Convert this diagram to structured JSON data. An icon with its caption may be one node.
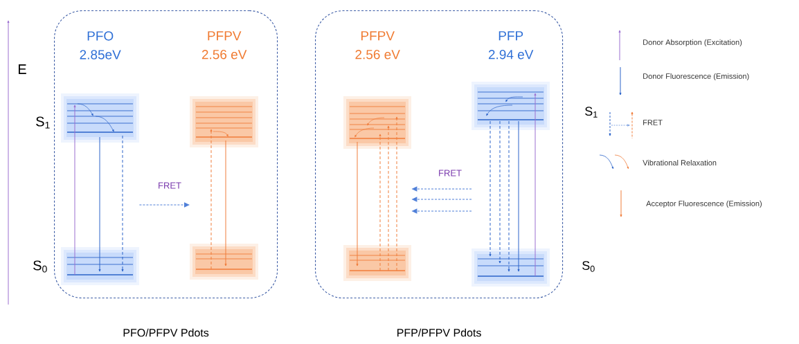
{
  "diagram": {
    "nodes": [
      {
        "text": [
          "PFO/PFPV Pdots"
        ]
      },
      {
        "text": [
          "PFO",
          "2.85eV"
        ],
        "in": 0
      },
      {
        "text": [
          "PFPV",
          "2.56 eV"
        ],
        "in": 0
      },
      {
        "text": [
          "PFP/PFPV Pdots"
        ]
      },
      {
        "text": [
          "PFPV",
          "2.56 eV"
        ],
        "in": 3
      },
      {
        "text": [
          "PFP",
          "2.94 eV"
        ],
        "in": 3
      }
    ],
    "edges": [
      {
        "from": 1,
        "to": 2,
        "arrow": "to",
        "label": "FRET",
        "style": "dashed"
      },
      {
        "from": 5,
        "to": 4,
        "arrow": "to",
        "label": "FRET",
        "style": "dashed"
      },
      {
        "from": 5,
        "to": 4,
        "arrow": "to",
        "style": "dashed"
      },
      {
        "from": 5,
        "to": 4,
        "arrow": "to",
        "style": "dashed"
      }
    ],
    "labels": [
      "E",
      "S$_{1}$",
      "S$_{0}$",
      "S$_{1}$",
      "S$_{0}$"
    ],
    "legend": [
      {
        "text": "Donor Absorption (Excitation)"
      },
      {
        "text": "Donor Fluorescence (Emission)"
      },
      {
        "text": "FRET"
      },
      {
        "text": "Vibrational Relaxation"
      },
      {
        "text": "Acceptor Fluorescence (Emission)"
      }
    ]
  }
}
